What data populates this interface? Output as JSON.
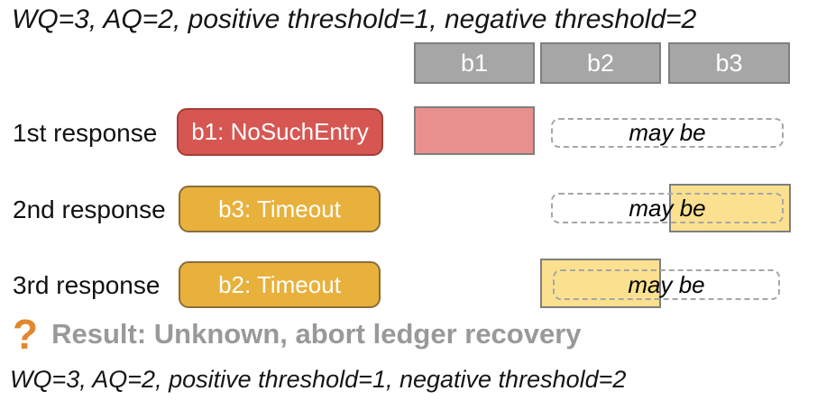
{
  "header_note": "WQ=3, AQ=2, positive threshold=1, negative threshold=2",
  "footer_note": "WQ=3, AQ=2, positive threshold=1, negative threshold=2",
  "bookies": [
    "b1",
    "b2",
    "b3"
  ],
  "rows": [
    {
      "label": "1st response",
      "response": "b1: NoSuchEntry",
      "overlay": "may be"
    },
    {
      "label": "2nd response",
      "response": "b3: Timeout",
      "overlay": "may be"
    },
    {
      "label": "3rd response",
      "response": "b2: Timeout",
      "overlay": "may be"
    }
  ],
  "result": {
    "icon": "?",
    "text": "Result: Unknown, abort ledger recovery"
  },
  "colors": {
    "negative_badge_fill": "#D65752",
    "negative_badge_border": "#A63D38",
    "negative_cell_fill": "#E8908E",
    "timeout_badge_fill": "#E7B13C",
    "timeout_badge_border": "#8A6D3B",
    "maybe_cell_fill": "#FBE18F",
    "bookie_fill": "#A6A6A6",
    "bookie_border": "#7F7F7F",
    "dashed_border": "#A6A6A6",
    "result_text": "#999999",
    "question_mark": "#E0882F"
  }
}
